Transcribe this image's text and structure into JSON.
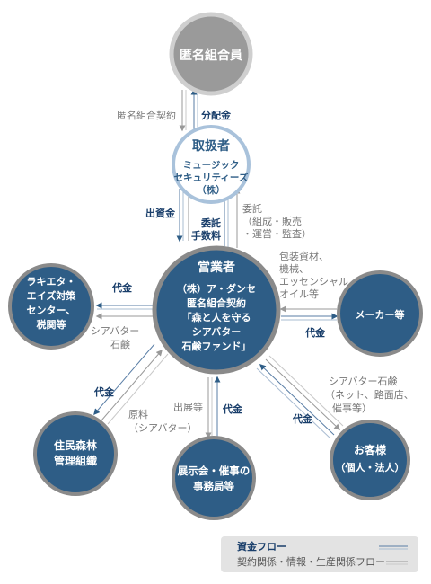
{
  "nodes": {
    "investors": "匿名組合員",
    "handler": {
      "title": "取扱者",
      "name1": "ミュージック",
      "name2": "セキュリティーズ",
      "name3": "（株）"
    },
    "operator": {
      "title": "営業者",
      "line1": "（株）ア・ダンセ",
      "line2": "匿名組合契約",
      "line3": "「森と人を守る",
      "line4": "シアバター",
      "line5": "石鹸ファンド」"
    },
    "ngo": {
      "line1": "ラキエタ・",
      "line2": "エイズ対策",
      "line3": "センター、",
      "line4": "税関等"
    },
    "maker": "メーカー等",
    "forest": {
      "line1": "住民森林",
      "line2": "管理組織"
    },
    "expo": {
      "line1": "展示会・催事の",
      "line2": "事務局等"
    },
    "customer": {
      "line1": "お客様",
      "line2": "（個人・法人）"
    }
  },
  "labels": {
    "contract": "匿名組合契約",
    "dividend": "分配金",
    "investment": "出資金",
    "commission1": "委託",
    "commission2": "手数料",
    "consign1": "委託",
    "consign2": "（組成・販売",
    "consign3": "・運営・監査）",
    "ngo_payment": "代金",
    "shea1": "シアバター",
    "shea2": "石鹸",
    "materials1": "包装資材、",
    "materials2": "機械、",
    "materials3": "エッセンシャル",
    "materials4": "オイル等",
    "maker_payment": "代金",
    "forest_payment": "代金",
    "raw1": "原料",
    "raw2": "（シアバター）",
    "exhibit": "出展等",
    "expo_payment": "代金",
    "soap1": "シアバター石鹸",
    "soap2": "（ネット、路面店、",
    "soap3": "催事等）",
    "customer_payment": "代金"
  },
  "legend": {
    "money": "資金フロー",
    "contract": "契約関係・情報・生産関係フロー"
  },
  "colors": {
    "node_fill": "#2e5d86",
    "node_ring": "#8a8a8a",
    "investor_fill": "#9a9a9a",
    "handler_text": "#2e5d86",
    "money_line": "#5a7ea6",
    "contract_line": "#9a9a9a",
    "legend_bg": "#e3e3e3"
  }
}
